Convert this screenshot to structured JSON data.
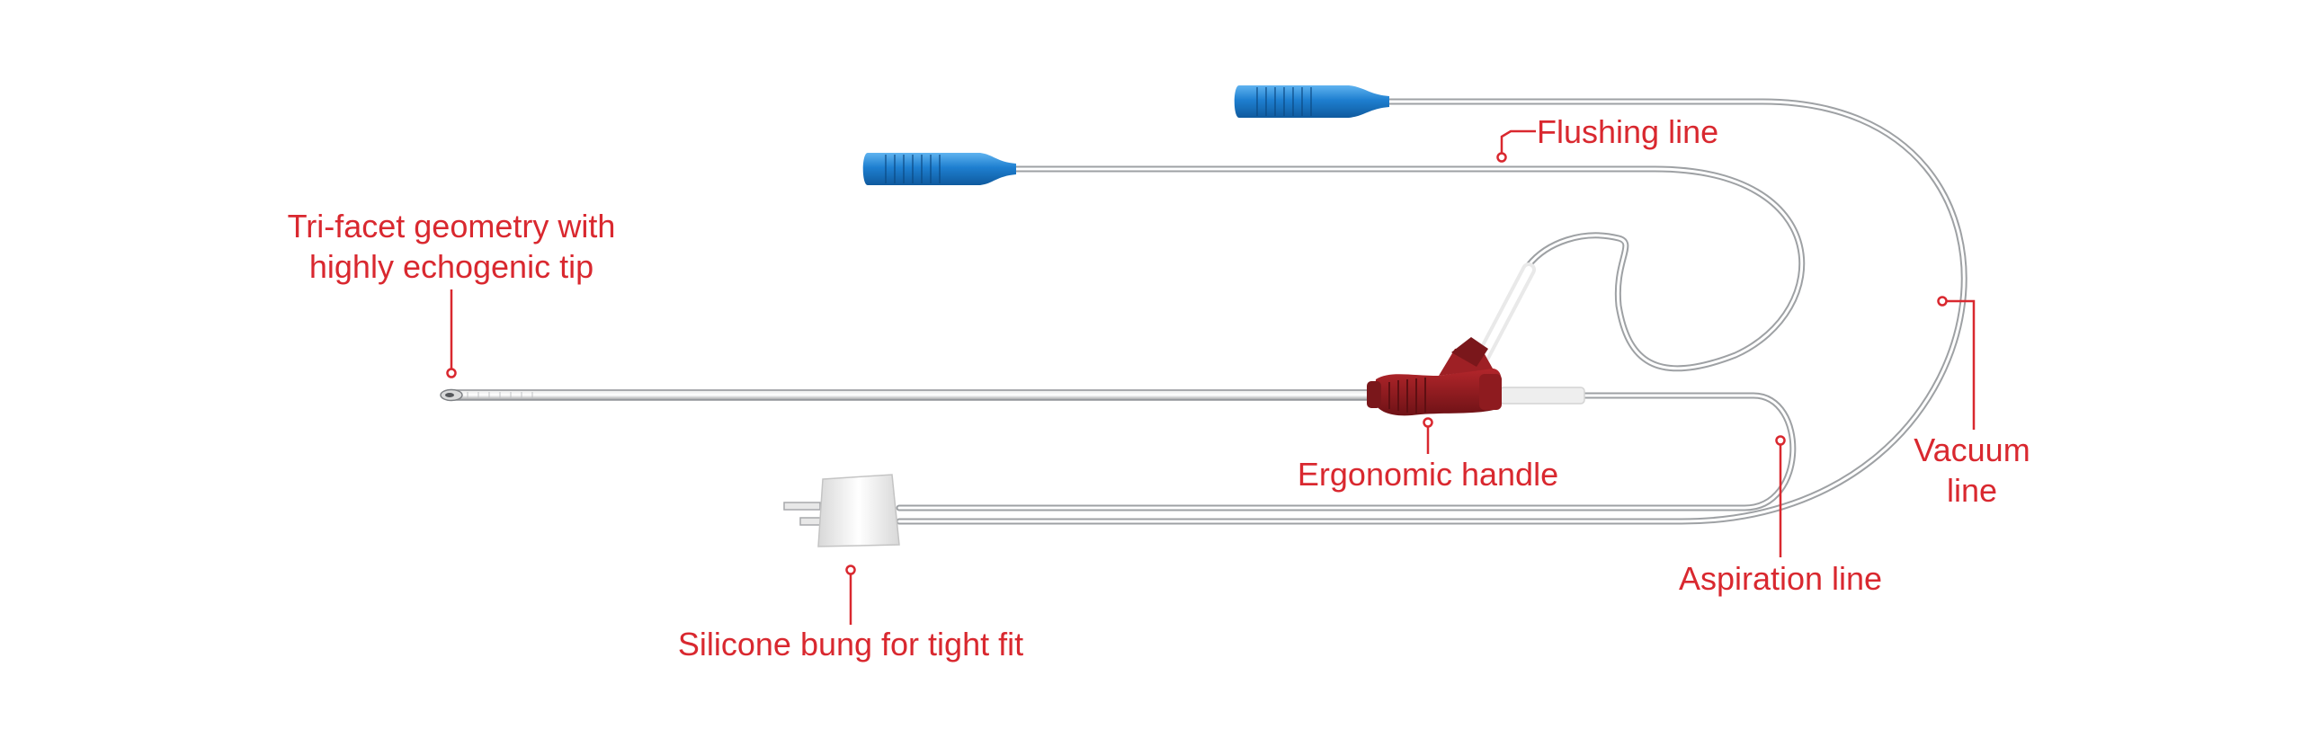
{
  "labels": {
    "flushing": "Flushing line",
    "tip_line1": "Tri-facet geometry with",
    "tip_line2": "highly echogenic tip",
    "handle": "Ergonomic handle",
    "vacuum_line1": "Vacuum",
    "vacuum_line2": "line",
    "aspiration": "Aspiration line",
    "bung": "Silicone bung for tight fit"
  },
  "colors": {
    "label_text": "#d9282f",
    "leader": "#d9282f",
    "connector_blue": "#1e7fd0",
    "handle_red": "#8e1b1f",
    "tube_gray": "#9ea1a4",
    "bung_white": "#f2f2f2"
  }
}
